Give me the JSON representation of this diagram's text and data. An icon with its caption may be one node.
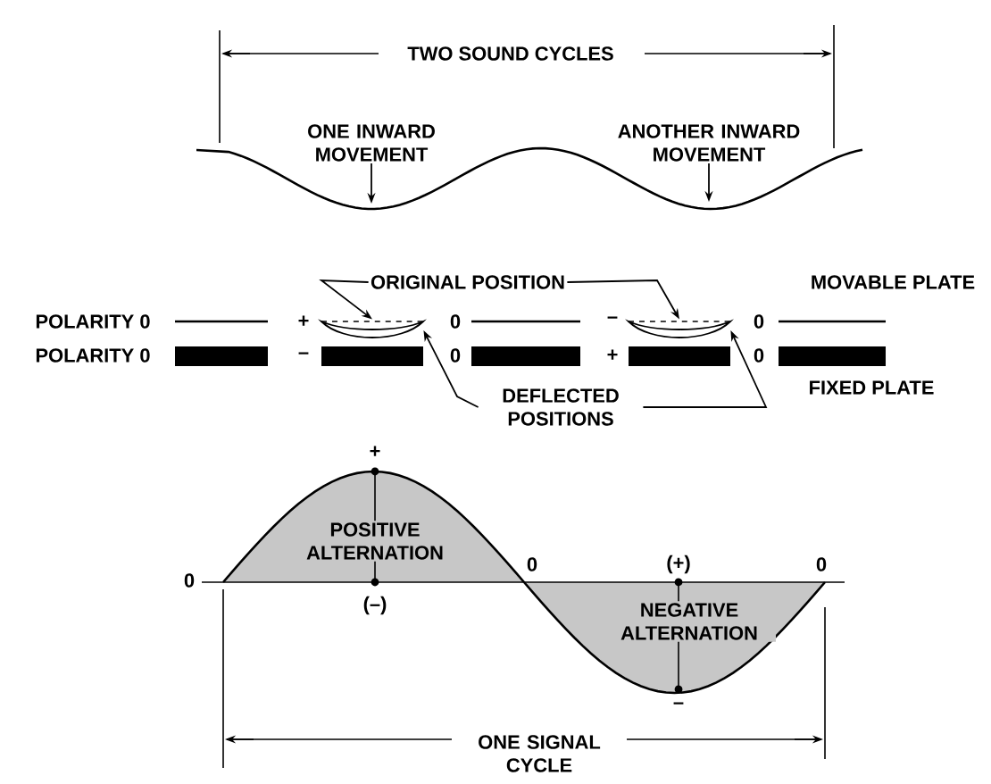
{
  "diagram": {
    "nodes": [
      {
        "text": [
          "ONE INWARD MOVEMENT"
        ]
      },
      {
        "text": [
          "ANOTHER INWARD MOVEMENT"
        ]
      },
      {
        "text": [
          "ORIGINAL POSITION"
        ]
      },
      {
        "text": [
          "DEFLECTED POSITIONS"
        ]
      },
      {
        "text": [],
        "shape": "line"
      },
      {
        "text": [],
        "shape": "arc"
      },
      {
        "text": [],
        "shape": "line"
      },
      {
        "text": [],
        "shape": "arc"
      }
    ],
    "edges": [
      {
        "from": 0,
        "to": null,
        "arrow": "to"
      },
      {
        "from": 1,
        "to": null,
        "arrow": "to"
      },
      {
        "from": 2,
        "to": 4,
        "arrow": "to"
      },
      {
        "from": 2,
        "to": 6,
        "arrow": "to"
      },
      {
        "from": 3,
        "to": 5,
        "arrow": "to"
      },
      {
        "from": 3,
        "to": 7,
        "arrow": "to"
      }
    ],
    "labels": [
      "TWO SOUND CYCLES",
      "MOVABLE PLATE",
      "POLARITY 0",
      "+",
      "0",
      "–",
      "0",
      "POLARITY 0",
      "–",
      "0",
      "+",
      "0",
      "FIXED PLATE",
      "+",
      "POSITIVE ALTERNATION",
      "0",
      "0",
      "(+)",
      "(–)",
      "NEGATIVE ALTERNATION",
      "–",
      "0",
      "ONE SIGNAL CYCLE"
    ]
  }
}
